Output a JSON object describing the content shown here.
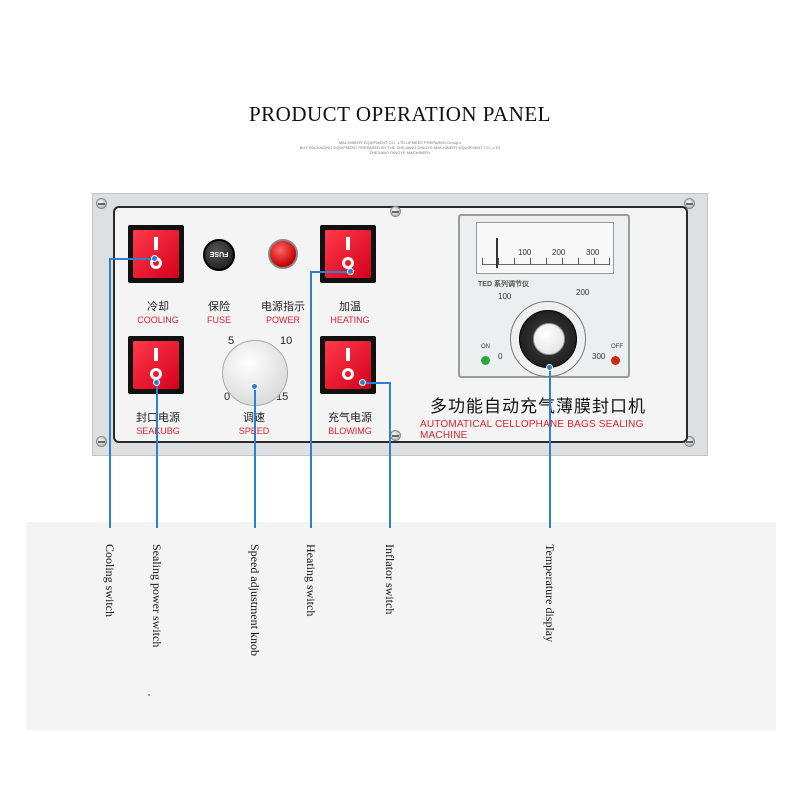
{
  "header": {
    "title": "PRODUCT OPERATION PANEL",
    "subtitle_lines": [
      "MACHINERY EQUIPMENT CO., LTD UPMENT PREPARED Group c",
      "BUY PACKAGING EQUIPMENT PREPARED BY THE ZHEJIANG DINGYE MACHINERY EQUIPMENT CO., LTD",
      "ZHEJIANG DINGYE MACHINERY"
    ]
  },
  "panel": {
    "cooling": {
      "zh": "冷却",
      "en": "COOLING"
    },
    "fuse": {
      "zh": "保险",
      "en": "FUSE",
      "cap_text": "FUSE"
    },
    "power": {
      "zh": "电源指示",
      "en": "POWER"
    },
    "heating": {
      "zh": "加温",
      "en": "HEATING"
    },
    "sealing": {
      "zh": "封口电源",
      "en": "SEAKUBG"
    },
    "speed": {
      "zh": "调速",
      "en": "SPEED",
      "scale": [
        "5",
        "10",
        "0",
        "15"
      ]
    },
    "blowing": {
      "zh": "充气电源",
      "en": "BLOWIMG"
    },
    "gauge": {
      "model": "TED 系列调节仪",
      "top_scale": [
        "100",
        "200",
        "300"
      ],
      "dial_scale": [
        "100",
        "200",
        "0",
        "300"
      ],
      "on": "ON",
      "off": "OFF",
      "set_temperature": 200
    },
    "machine_name_zh": "多功能自动充气薄膜封口机",
    "machine_name_en": "AUTOMATICAL CELLOPHANE BAGS SEALING MACHINE"
  },
  "callouts": [
    "Cooling switch",
    "Sealing power switch",
    "Speed adjustment knob",
    "Heating switch",
    "Inflator switch",
    "Temperature display"
  ],
  "colors": {
    "switch_red": "#e8102a",
    "label_red": "#e02030",
    "leader_blue": "#2f7fd0",
    "panel_grey": "#dedfe0"
  }
}
